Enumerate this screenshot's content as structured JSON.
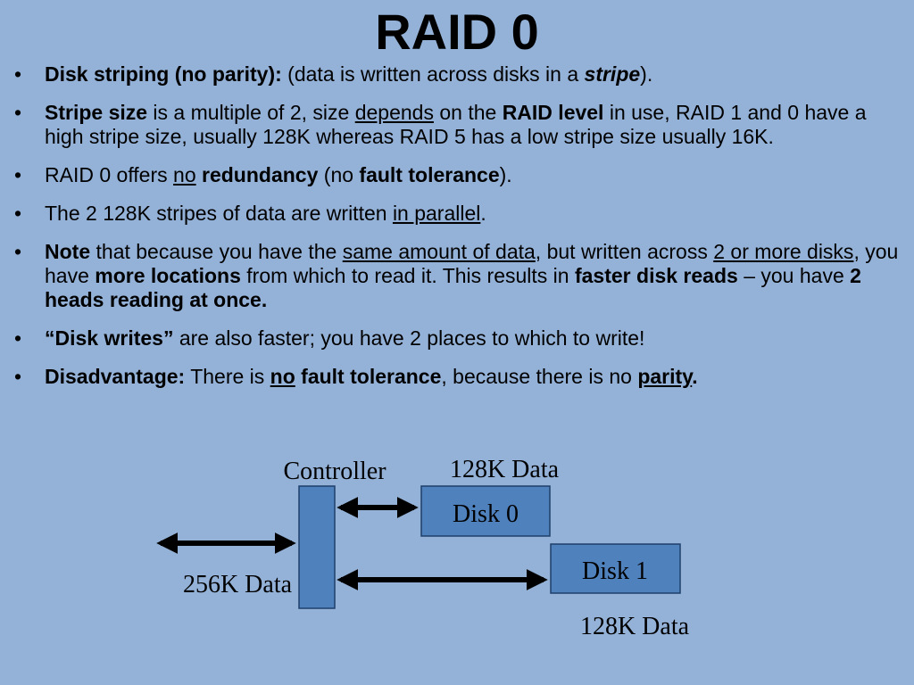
{
  "title": "RAID 0",
  "bullet_marker": "•",
  "bullets": [
    {
      "segments": [
        {
          "text": "Disk striping (no parity):",
          "b": true
        },
        {
          "text": " (data is written across disks in a "
        },
        {
          "text": "stripe",
          "b": true,
          "i": true
        },
        {
          "text": ")."
        }
      ]
    },
    {
      "segments": [
        {
          "text": "Stripe size",
          "b": true
        },
        {
          "text": " is a multiple of 2, size "
        },
        {
          "text": "depends",
          "u": true
        },
        {
          "text": " on the "
        },
        {
          "text": "RAID level",
          "b": true
        },
        {
          "text": " in use, RAID 1 and 0 have a high stripe size, usually 128K whereas RAID 5 has a low stripe size usually 16K."
        }
      ]
    },
    {
      "segments": [
        {
          "text": "RAID 0 offers "
        },
        {
          "text": "no",
          "u": true
        },
        {
          "text": " "
        },
        {
          "text": "redundancy",
          "b": true
        },
        {
          "text": " (no "
        },
        {
          "text": "fault tolerance",
          "b": true
        },
        {
          "text": ")."
        }
      ]
    },
    {
      "segments": [
        {
          "text": "The 2 128K stripes of data are written "
        },
        {
          "text": "in parallel",
          "u": true
        },
        {
          "text": "."
        }
      ]
    },
    {
      "segments": [
        {
          "text": "Note",
          "b": true
        },
        {
          "text": " that because you have the "
        },
        {
          "text": "same amount of data",
          "u": true
        },
        {
          "text": ", but written across "
        },
        {
          "text": "2 or more disks",
          "u": true
        },
        {
          "text": ", you have "
        },
        {
          "text": "more locations",
          "b": true
        },
        {
          "text": " from which to read it.  This results in "
        },
        {
          "text": "faster disk reads",
          "b": true
        },
        {
          "text": " – you have "
        },
        {
          "text": "2 heads reading at once.",
          "b": true
        }
      ]
    },
    {
      "segments": [
        {
          "text": "“Disk writes”",
          "b": true
        },
        {
          "text": " are also faster; you have 2 places to which to write!"
        }
      ]
    },
    {
      "segments": [
        {
          "text": "Disadvantage:",
          "b": true
        },
        {
          "text": "  There is "
        },
        {
          "text": "no",
          "b": true,
          "u": true
        },
        {
          "text": " "
        },
        {
          "text": "fault tolerance",
          "b": true
        },
        {
          "text": ", because there is no "
        },
        {
          "text": "parity",
          "b": true,
          "u": true
        },
        {
          "text": ".",
          "b": true
        }
      ]
    }
  ],
  "diagram": {
    "controller_label": "Controller",
    "disk0_label": "Disk 0",
    "disk1_label": "Disk 1",
    "data_disk0_label": "128K Data",
    "data_disk1_label": "128K Data",
    "data_input_label": "256K Data",
    "box_fill": "#4f81bd",
    "box_stroke": "#1f3f6a"
  }
}
